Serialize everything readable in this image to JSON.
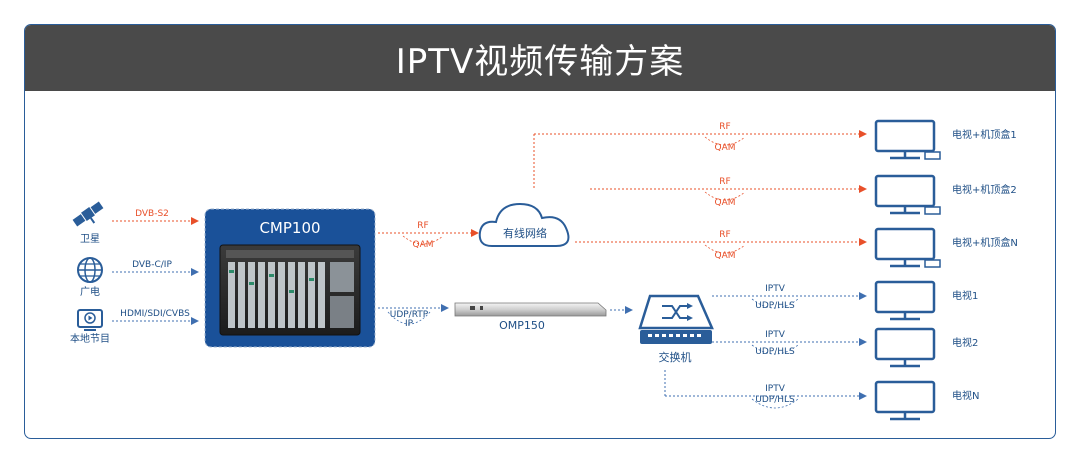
{
  "title": "IPTV视频传输方案",
  "colors": {
    "accent": "#2a5d99",
    "red": "#e8502a",
    "blue": "#3f6fb0",
    "text": "#1f4f86",
    "banner": "#4a4a4a"
  },
  "sources": [
    {
      "label": "卫星",
      "link": "DVB-S2",
      "icon": "satellite-icon"
    },
    {
      "label": "广电",
      "link": "DVB-C/IP",
      "icon": "globe-icon"
    },
    {
      "label": "本地节目",
      "link": "HDMI/SDI/CVBS",
      "icon": "monitor-play-icon"
    }
  ],
  "encoder": {
    "name": "CMP100"
  },
  "cloud": {
    "label": "有线网络",
    "in_top": "RF",
    "in_bottom": "QAM"
  },
  "omp": {
    "name": "OMP150",
    "in_top": "UDP/RTP",
    "in_bottom": "IP"
  },
  "switch": {
    "label": "交换机"
  },
  "rf_branches": [
    {
      "top": "RF",
      "bottom": "QAM",
      "device": "电视+机顶盒1"
    },
    {
      "top": "RF",
      "bottom": "QAM",
      "device": "电视+机顶盒2"
    },
    {
      "top": "RF",
      "bottom": "QAM",
      "device": "电视+机顶盒N"
    }
  ],
  "ip_branches": [
    {
      "top": "IPTV",
      "bottom": "UDP/HLS",
      "device": "电视1"
    },
    {
      "top": "IPTV",
      "bottom": "UDP/HLS",
      "device": "电视2"
    },
    {
      "top": "IPTV",
      "bottom": "UDP/HLS",
      "device": "电视N"
    }
  ]
}
